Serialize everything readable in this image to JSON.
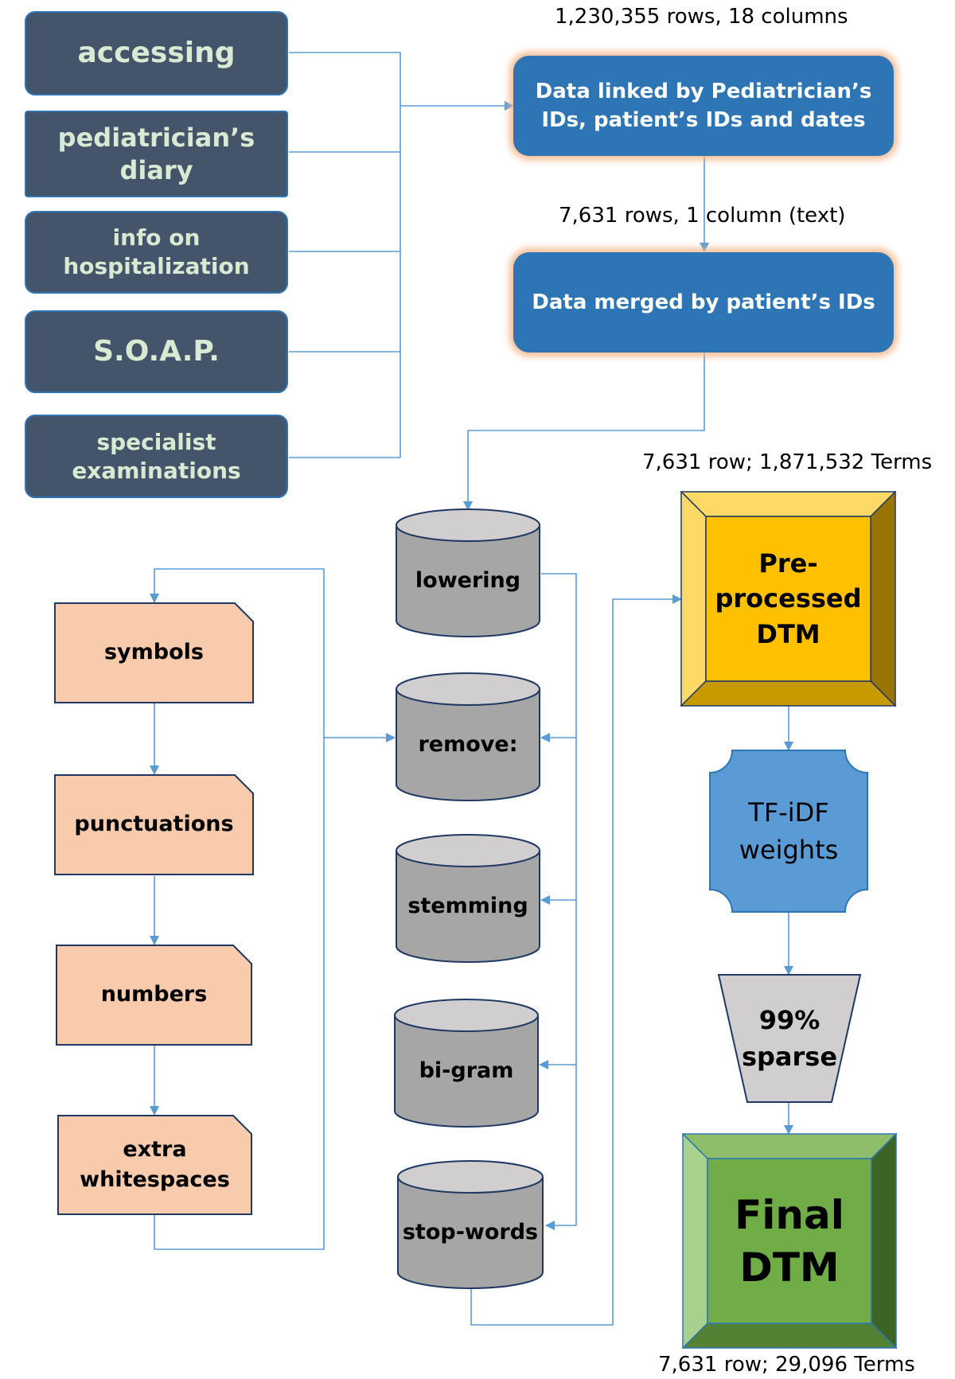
{
  "sources": [
    {
      "label": "accessing"
    },
    {
      "label": "pediatrician’s\ndiary"
    },
    {
      "label": "info on\nhospitalization"
    },
    {
      "label": "S.O.A.P."
    },
    {
      "label": "specialist\nexaminations"
    }
  ],
  "pipeline": {
    "linked_note": "1,230,355 rows, 18 columns",
    "linked_label": "Data linked by Pediatrician’s\nIDs, patient’s IDs and dates",
    "merged_note": "7,631 rows, 1 column (text)",
    "merged_label": "Data merged by patient’s IDs"
  },
  "processing_steps": [
    {
      "label": "lowering"
    },
    {
      "label": "remove:"
    },
    {
      "label": "stemming"
    },
    {
      "label": "bi-gram"
    },
    {
      "label": "stop-words"
    }
  ],
  "removal_items": [
    {
      "label": "symbols"
    },
    {
      "label": "punctuations"
    },
    {
      "label": "numbers"
    },
    {
      "label": "extra\nwhitespaces"
    }
  ],
  "dtm": {
    "pre_note": "7,631 row; 1,871,532 Terms",
    "pre_label": "Pre-\nprocessed\nDTM",
    "tfidf_label": "TF-iDF\nweights",
    "sparse_label": "99%\nsparse",
    "final_label": "Final\nDTM",
    "final_note": "7,631 row; 29,096 Terms"
  },
  "colors": {
    "source_fill": "#44546a",
    "source_text": "#d9ead3",
    "blue_box": "#2e75b6",
    "glow": "#f4b183",
    "cylinder": "#a6a6a6",
    "cylinder_top": "#d0cece",
    "doc_fill": "#f8cbad",
    "connector": "#5b9bd5",
    "gold": "#ffc000",
    "tfidf": "#5b9bd5",
    "sparse": "#d0cece",
    "green": "#70ad47"
  }
}
